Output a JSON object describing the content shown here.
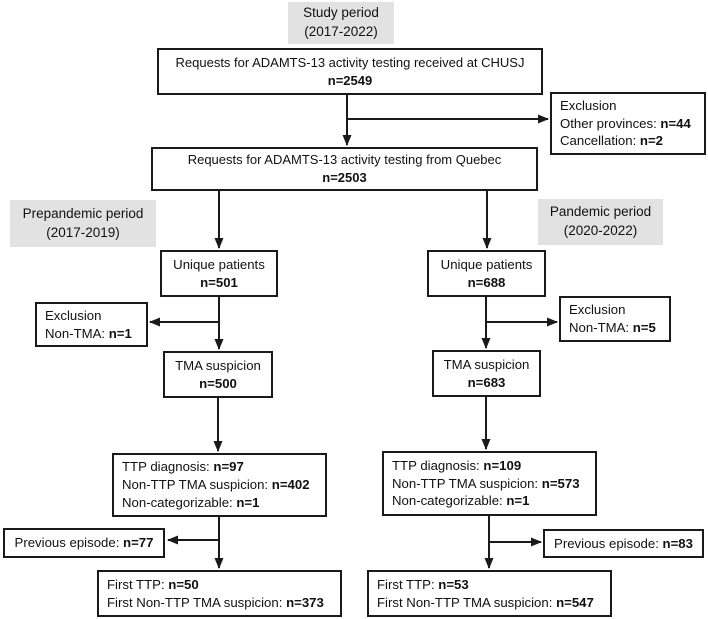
{
  "figure": {
    "background": "#ffffff",
    "box_border_color": "#1a1a1a",
    "arrow_color": "#1a1a1a",
    "label_background": "#e2e2e2"
  },
  "period_labels": {
    "study": {
      "name": "Study period",
      "range": "(2017-2022)"
    },
    "prepandemic": {
      "name": "Prepandemic period",
      "range": "(2017-2019)"
    },
    "pandemic": {
      "name": "Pandemic period",
      "range": "(2020-2022)"
    }
  },
  "nodes": {
    "chusj": {
      "title": "Requests for ADAMTS-13 activity testing received at CHUSJ",
      "n": "n=2549"
    },
    "exclusion_top": {
      "title": "Exclusion",
      "items": [
        {
          "label": "Other provinces: ",
          "value": "n=44"
        },
        {
          "label": "Cancellation: ",
          "value": "n=2"
        }
      ]
    },
    "quebec": {
      "title": "Requests for ADAMTS-13 activity testing from Quebec",
      "n": "n=2503"
    },
    "unique_pre": {
      "title": "Unique patients",
      "n": "n=501"
    },
    "unique_pan": {
      "title": "Unique patients",
      "n": "n=688"
    },
    "exclusion_pre": {
      "title": "Exclusion",
      "items": [
        {
          "label": "Non-TMA: ",
          "value": "n=1"
        }
      ]
    },
    "exclusion_pan": {
      "title": "Exclusion",
      "items": [
        {
          "label": "Non-TMA: ",
          "value": "n=5"
        }
      ]
    },
    "tma_pre": {
      "title": "TMA suspicion",
      "n": "n=500"
    },
    "tma_pan": {
      "title": "TMA suspicion",
      "n": "n=683"
    },
    "diag_pre": {
      "items": [
        {
          "label": "TTP diagnosis: ",
          "value": "n=97"
        },
        {
          "label": "Non-TTP TMA suspicion: ",
          "value": "n=402"
        },
        {
          "label": "Non-categorizable: ",
          "value": "n=1"
        }
      ]
    },
    "diag_pan": {
      "items": [
        {
          "label": "TTP diagnosis: ",
          "value": "n=109"
        },
        {
          "label": "Non-TTP TMA suspicion: ",
          "value": "n=573"
        },
        {
          "label": "Non-categorizable: ",
          "value": "n=1"
        }
      ]
    },
    "prev_pre": {
      "items": [
        {
          "label": "Previous episode: ",
          "value": "n=77"
        }
      ]
    },
    "prev_pan": {
      "items": [
        {
          "label": "Previous episode: ",
          "value": "n=83"
        }
      ]
    },
    "first_pre": {
      "items": [
        {
          "label": "First TTP: ",
          "value": "n=50"
        },
        {
          "label": "First Non-TTP TMA suspicion: ",
          "value": "n=373"
        }
      ]
    },
    "first_pan": {
      "items": [
        {
          "label": "First TTP: ",
          "value": "n=53"
        },
        {
          "label": "First Non-TTP TMA suspicion: ",
          "value": "n=547"
        }
      ]
    }
  }
}
